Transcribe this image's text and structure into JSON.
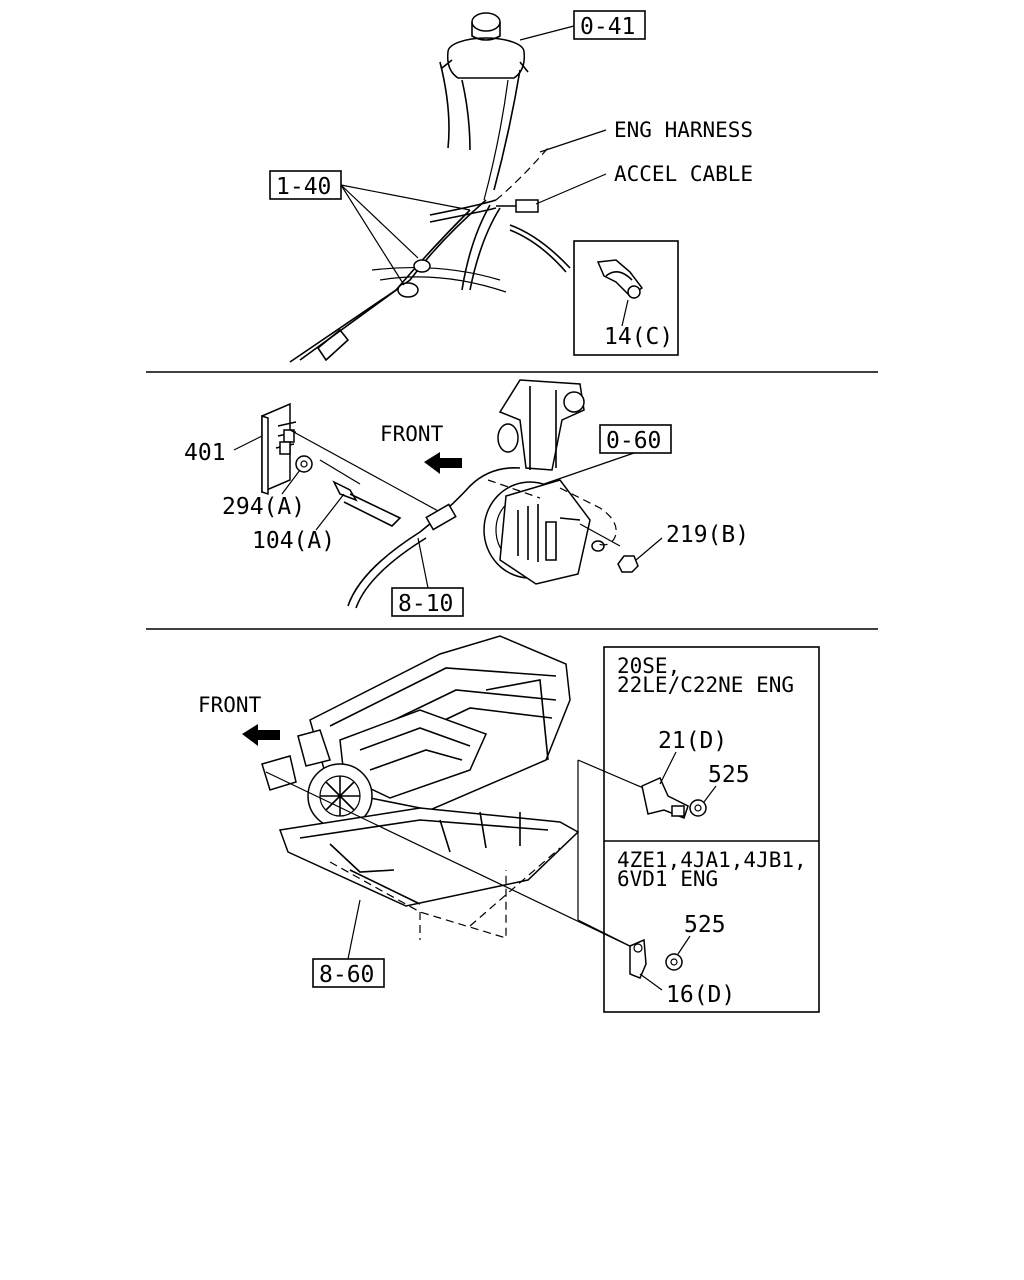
{
  "top_section": {
    "callouts": {
      "ref_0_41": "0-41",
      "ref_1_40": "1-40",
      "eng_harness": "ENG HARNESS",
      "accel_cable": "ACCEL CABLE",
      "part_14c": "14(C)"
    }
  },
  "middle_section": {
    "callouts": {
      "front": "FRONT",
      "ref_0_60": "0-60",
      "part_401": "401",
      "part_294a": "294(A)",
      "part_104a": "104(A)",
      "part_219b": "219(B)",
      "ref_8_10": "8-10"
    }
  },
  "bottom_section": {
    "callouts": {
      "front": "FRONT",
      "ref_8_60": "8-60"
    },
    "variant_a": {
      "title_line1": "20SE,",
      "title_line2": "22LE/C22NE ENG",
      "part_21d": "21(D)",
      "part_525": "525"
    },
    "variant_b": {
      "title_line1": "4ZE1,4JA1,4JB1,",
      "title_line2": "6VD1 ENG",
      "part_525": "525",
      "part_16d": "16(D)"
    }
  }
}
